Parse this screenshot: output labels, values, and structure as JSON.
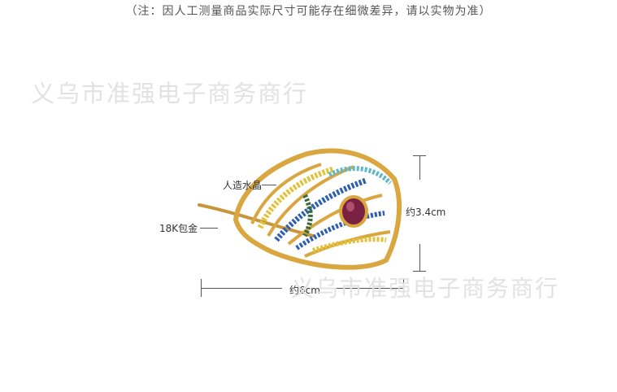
{
  "note": "（注：因人工测量商品实际尺寸可能存在细微差异，请以实物为准）",
  "watermark": "义乌市准强电子商务商行",
  "labels": {
    "crystal": "人造水晶",
    "gold": "18K包金",
    "height": "约3.4cm",
    "width": "约6cm"
  },
  "colors": {
    "gold": "#d9a640",
    "yellow_stones": "#e3c23a",
    "blue_stones": "#2f5fb0",
    "teal_stones": "#5fb7c9",
    "green_stones": "#3a6b3a",
    "center_stone": "#7a2040"
  }
}
